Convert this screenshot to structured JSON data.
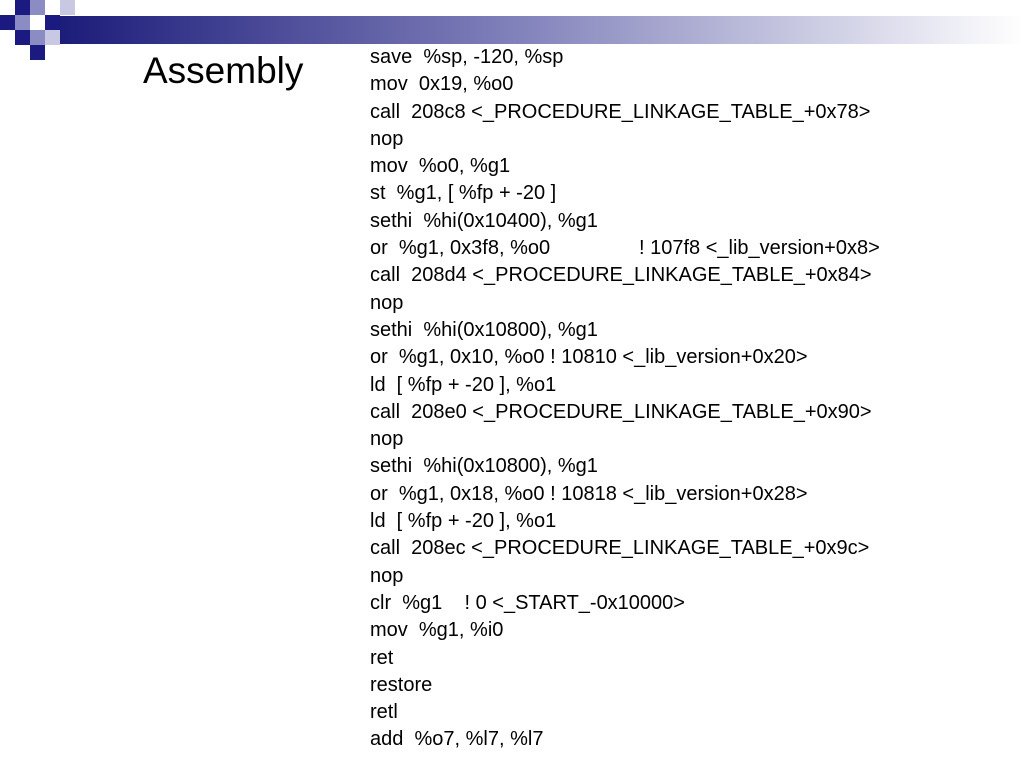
{
  "slide": {
    "title": "Assembly",
    "colors": {
      "dark": "#1a1a80",
      "light": "#8c8cc4",
      "bar": "#1c1c7a"
    },
    "code_lines": [
      "save  %sp, -120, %sp",
      "mov  0x19, %o0",
      "call  208c8 <_PROCEDURE_LINKAGE_TABLE_+0x78>",
      "nop",
      "mov  %o0, %g1",
      "st  %g1, [ %fp + -20 ]",
      "sethi  %hi(0x10400), %g1",
      "or  %g1, 0x3f8, %o0                ! 107f8 <_lib_version+0x8>",
      "call  208d4 <_PROCEDURE_LINKAGE_TABLE_+0x84>",
      "nop",
      "sethi  %hi(0x10800), %g1",
      "or  %g1, 0x10, %o0 ! 10810 <_lib_version+0x20>",
      "ld  [ %fp + -20 ], %o1",
      "call  208e0 <_PROCEDURE_LINKAGE_TABLE_+0x90>",
      "nop",
      "sethi  %hi(0x10800), %g1",
      "or  %g1, 0x18, %o0 ! 10818 <_lib_version+0x28>",
      "ld  [ %fp + -20 ], %o1",
      "call  208ec <_PROCEDURE_LINKAGE_TABLE_+0x9c>",
      "nop",
      "clr  %g1    ! 0 <_START_-0x10000>",
      "mov  %g1, %i0",
      "ret",
      "restore",
      "retl",
      "add  %o7, %l7, %l7"
    ]
  }
}
